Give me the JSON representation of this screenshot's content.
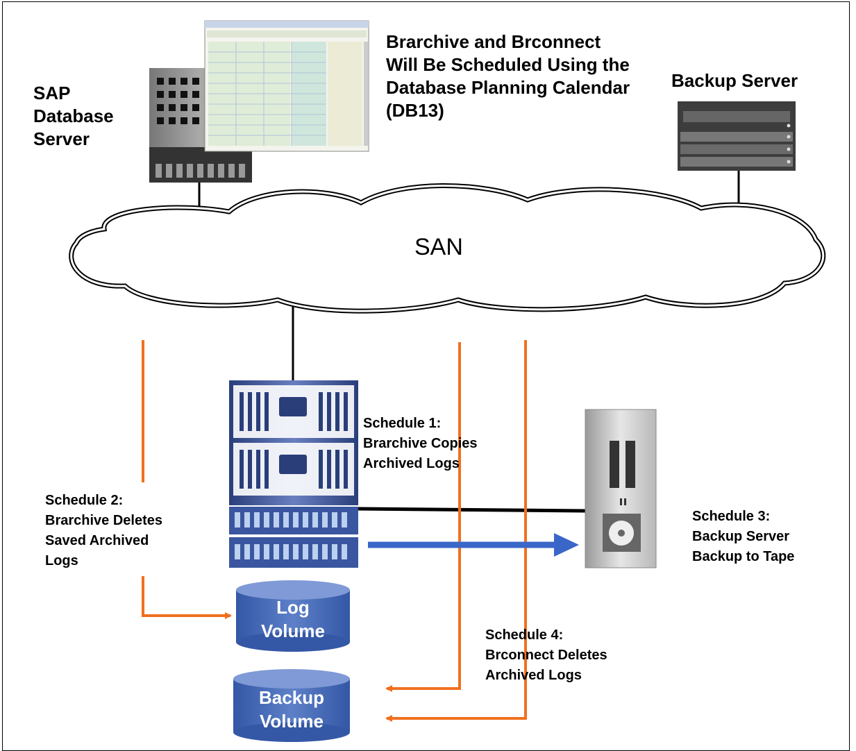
{
  "labels": {
    "sap_server": "SAP\nDatabase\nServer",
    "scheduled_note": "Brarchive and Brconnect\nWill Be Scheduled Using the\nDatabase Planning Calendar\n(DB13)",
    "backup_server": "Backup Server",
    "san": "SAN",
    "schedule1": "Schedule 1:\nBrarchive Copies\nArchived Logs",
    "schedule2": "Schedule 2:\nBrarchive Deletes\nSaved Archived\nLogs",
    "schedule3": "Schedule 3:\nBackup Server\nBackup to Tape",
    "schedule4": "Schedule 4:\nBrconnect Deletes\nArchived Logs",
    "log_volume": "Log\nVolume",
    "backup_volume": "Backup\nVolume"
  },
  "colors": {
    "orange_arrow": "#F07020",
    "blue_arrow": "#3A66C8",
    "cylinder": "#4A6FB8",
    "cylinder_top": "#6E8ED0"
  },
  "icons": {
    "sap_server": "server-rack-icon",
    "db13_window": "calendar-screenshot-icon",
    "backup_server": "rack-server-icon",
    "storage": "storage-array-icon",
    "tape": "tape-drive-icon"
  }
}
